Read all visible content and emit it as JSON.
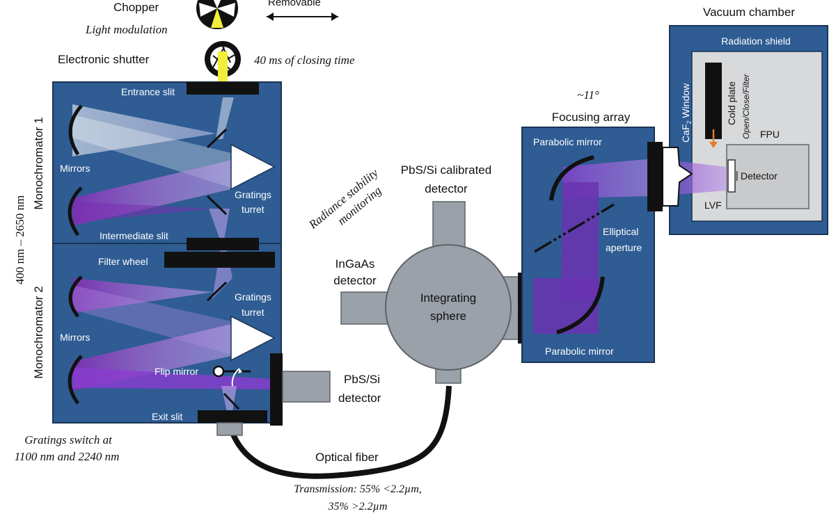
{
  "top": {
    "chopper_label": "Chopper",
    "chopper_note": "Light modulation",
    "removable_label": "Removable",
    "shutter_label": "Electronic shutter",
    "shutter_note": "40 ms of closing time"
  },
  "monochromators": {
    "range_label": "400 nm – 2650 nm",
    "mono1_label": "Monochromator 1",
    "mono2_label": "Monochromator 2",
    "entrance_slit": "Entrance slit",
    "mirrors_1": "Mirrors",
    "gratings_1": [
      "Gratings",
      "turret"
    ],
    "intermediate_slit": "Intermediate slit",
    "filter_wheel": "Filter wheel",
    "gratings_2": [
      "Gratings",
      "turret"
    ],
    "mirrors_2": "Mirrors",
    "flip_mirror": "Flip mirror",
    "exit_slit": "Exit slit",
    "switch_note": [
      "Gratings switch at",
      "1100 nm and 2240 nm"
    ]
  },
  "detectors": {
    "pbs_si_exit": [
      "PbS/Si",
      "detector"
    ],
    "radiance_note": [
      "Radiance stability",
      "monitoring"
    ],
    "pbs_si_calibrated": [
      "PbS/Si calibrated",
      "detector"
    ],
    "ingaas": [
      "InGaAs",
      "detector"
    ],
    "sphere": [
      "Integrating",
      "sphere"
    ]
  },
  "fiber": {
    "label": "Optical fiber",
    "transmission": [
      "Transmission: 55% <2.2µm,",
      "35% >2.2µm"
    ]
  },
  "focusing": {
    "angle_note": "~11°",
    "title": "Focusing array",
    "parabolic_top": "Parabolic mirror",
    "elliptical": [
      "Elliptical",
      "aperture"
    ],
    "parabolic_bottom": "Parabolic mirror"
  },
  "vacuum": {
    "title": "Vacuum chamber",
    "shield": "Radiation shield",
    "window": "CaF",
    "window_sub": "2",
    "window_suffix": " Window",
    "cold_plate": "Cold plate",
    "cold_plate_modes": "Open/Close/Filter",
    "fpu": "FPU",
    "detector": "Detector",
    "lvf": "LVF"
  },
  "colors": {
    "panel_blue": "#2e5c93",
    "panel_border": "#1a3355",
    "gray": "#9aa1a8",
    "beam_purple": "#7a3fb5",
    "beam_yellow": "#f2ee3a"
  }
}
